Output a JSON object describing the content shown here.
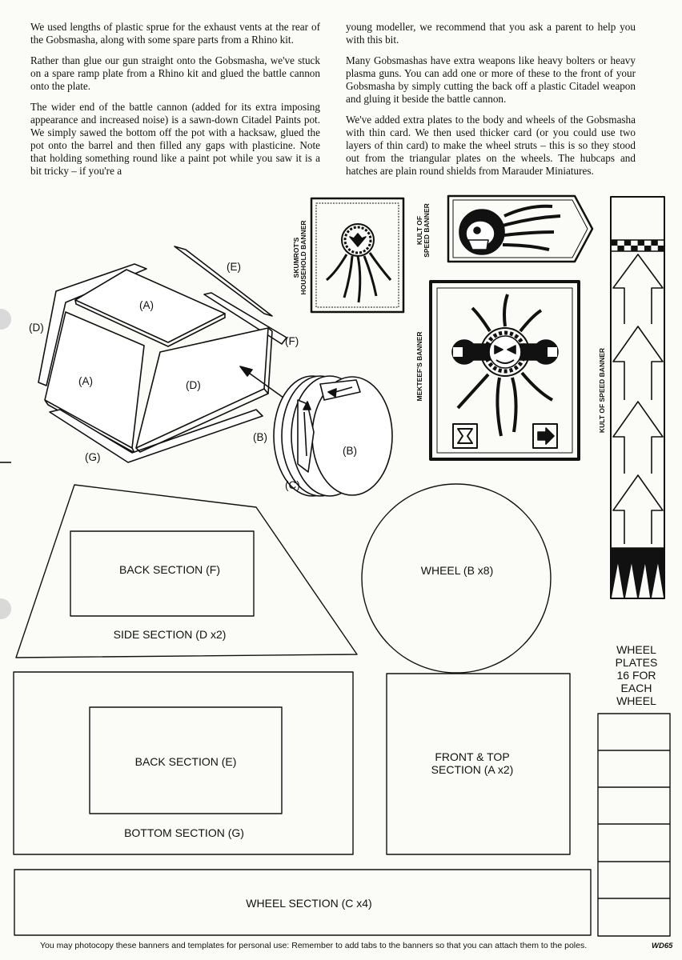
{
  "text": {
    "left": [
      "We used lengths of plastic sprue for the exhaust vents at the rear of the Gobsmasha, along with some spare parts from a Rhino kit.",
      "Rather than glue our gun straight onto the Gobsmasha, we've stuck on a spare ramp plate from a Rhino kit and glued the battle cannon onto the plate.",
      "The wider end of the battle cannon (added for its extra imposing appearance and increased noise) is a sawn-down Citadel Paints pot. We simply sawed the bottom off the pot with a hacksaw, glued the pot onto the barrel and then filled any gaps with plasticine. Note that holding something round like a paint pot while you saw it is a bit tricky – if you're a"
    ],
    "right": [
      "young modeller, we recommend that you ask a parent to help you with this bit.",
      "Many Gobsmashas have extra weapons like heavy bolters or heavy plasma guns. You can add one or more of these to the front of your Gobsmasha by simply cutting the back off a plastic Citadel weapon and gluing it beside the battle cannon.",
      "We've added extra plates to the body and wheels of the Gobsmasha with thin card. We then used thicker card (or you could use two layers of thin card) to make the wheel struts – this is so they stood out from the triangular plates on the wheels. The hubcaps and hatches are plain round shields from Marauder Miniatures."
    ]
  },
  "diagram_labels": {
    "e": "(E)",
    "a_top": "(A)",
    "d_left": "(D)",
    "f": "(F)",
    "a_front": "(A)",
    "d_side": "(D)",
    "b_left": "(B)",
    "b_right": "(B)",
    "c": "(C)",
    "g": "(G)"
  },
  "banners": {
    "skumrot": [
      "SKUMROT'S",
      "HOUSEHOLD BANNER"
    ],
    "kult_small": [
      "KULT OF",
      "SPEED BANNER"
    ],
    "mekteef": "MEKTEEF'S BANNER",
    "kult_tall": "KULT OF SPEED BANNER"
  },
  "templates": {
    "back_f": "BACK SECTION (F)",
    "side_d": "SIDE SECTION (D x2)",
    "wheel_b": "WHEEL (B x8)",
    "wheel_plates": [
      "WHEEL",
      "PLATES",
      "16 FOR",
      "EACH",
      "WHEEL"
    ],
    "back_e": "BACK SECTION (E)",
    "bottom_g": "BOTTOM SECTION (G)",
    "front_top": [
      "FRONT & TOP",
      "SECTION (A x2)"
    ],
    "wheel_c": "WHEEL SECTION (C x4)"
  },
  "footer": "You may photocopy these banners and templates for personal use: Remember to add tabs to the banners so that you can attach them to the poles.",
  "page_code": "WD65"
}
